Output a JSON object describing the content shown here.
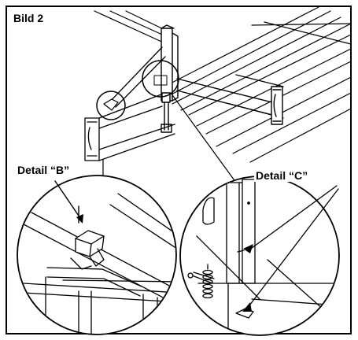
{
  "figure": {
    "title": "Bild 2",
    "labels": {
      "detail_b": "Detail “B”",
      "detail_c": "Detail “C”"
    }
  },
  "colors": {
    "ink": "#000000",
    "paper": "#ffffff",
    "shade": "#d8d8d8"
  }
}
